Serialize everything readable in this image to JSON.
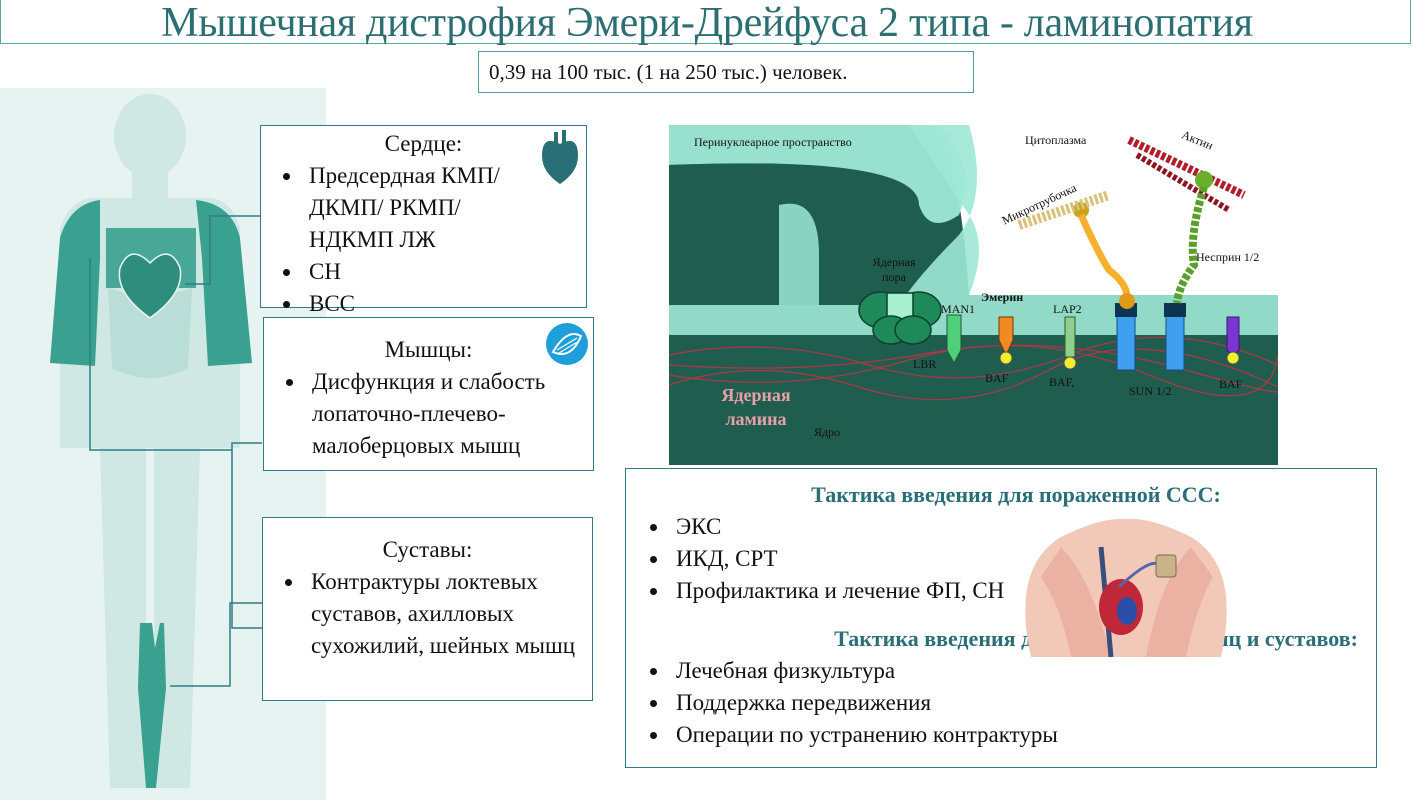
{
  "title": "Мышечная дистрофия Эмери-Дрейфуса 2 типа - ламинопатия",
  "prevalence": "0,39 на 100 тыс. (1 на 250 тыс.) человек.",
  "heart_box": {
    "header": "Сердце:",
    "items": [
      "Предсердная КМП/ ДКМП/ РКМП/ НДКМП ЛЖ",
      "СН",
      "ВСС"
    ]
  },
  "muscle_box": {
    "header": "Мышцы:",
    "items": [
      "Дисфункция и слабость лопаточно-плечево-малоберцовых мышц"
    ]
  },
  "joint_box": {
    "header": "Суставы:",
    "items": [
      "Контрактуры локтевых суставов, ахилловых сухожилий, шейных мышц"
    ]
  },
  "diagram": {
    "perinuclear": "Перинуклеарное пространство",
    "cytoplasm": "Цитоплазма",
    "actin": "Актин",
    "microtubule": "Микротрубочка",
    "nesprin": "Несприн 1/2",
    "nuclear_pore": "Ядерная пора",
    "man1": "MAN1",
    "emerin": "Эмерин",
    "lap2": "LAP2",
    "lbr": "LBR",
    "baf1": "BAF",
    "baf2": "BAF,",
    "baf3": "BAF",
    "sun": "SUN 1/2",
    "lamina": "Ядерная ламина",
    "nucleus": "Ядро"
  },
  "tactics": {
    "cvs_header": "Тактика введения для пораженной ССС:",
    "cvs_items": [
      "ЭКС",
      "ИКД, СРТ",
      "Профилактика и лечение ФП, СН"
    ],
    "mj_header": "Тактика введения для поражений мышц и суставов:",
    "mj_items": [
      "Лечебная физкультура",
      "Поддержка передвижения",
      "Операции по устранению контрактуры"
    ]
  },
  "colors": {
    "accent": "#2c6f72",
    "body": "#3aa08f",
    "membrane": "#9fe8d6",
    "nucleus": "#1f5e4e"
  },
  "icons": [
    "heart-icon",
    "muscle-icon",
    "human-silhouette",
    "torso-illustration"
  ]
}
